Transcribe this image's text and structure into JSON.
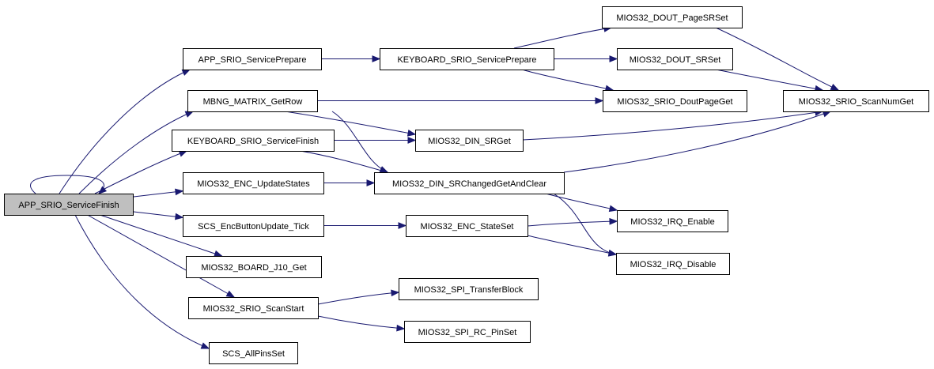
{
  "diagram": {
    "colors": {
      "edge": "#191970",
      "root_fill": "#bfbfbf",
      "node_fill": "#ffffff",
      "node_border": "#000000"
    },
    "nodes": [
      {
        "id": "root",
        "label": "APP_SRIO_ServiceFinish",
        "root": true
      },
      {
        "id": "app_prep",
        "label": "APP_SRIO_ServicePrepare"
      },
      {
        "id": "mbng",
        "label": "MBNG_MATRIX_GetRow"
      },
      {
        "id": "kb_finish",
        "label": "KEYBOARD_SRIO_ServiceFinish"
      },
      {
        "id": "enc_upd",
        "label": "MIOS32_ENC_UpdateStates"
      },
      {
        "id": "scs_enc",
        "label": "SCS_EncButtonUpdate_Tick"
      },
      {
        "id": "board_j10",
        "label": "MIOS32_BOARD_J10_Get"
      },
      {
        "id": "scan_start",
        "label": "MIOS32_SRIO_ScanStart"
      },
      {
        "id": "scs_all",
        "label": "SCS_AllPinsSet"
      },
      {
        "id": "kb_prep",
        "label": "KEYBOARD_SRIO_ServicePrepare"
      },
      {
        "id": "din_srget",
        "label": "MIOS32_DIN_SRGet"
      },
      {
        "id": "din_changed",
        "label": "MIOS32_DIN_SRChangedGetAndClear"
      },
      {
        "id": "enc_state",
        "label": "MIOS32_ENC_StateSet"
      },
      {
        "id": "spi_block",
        "label": "MIOS32_SPI_TransferBlock"
      },
      {
        "id": "spi_pin",
        "label": "MIOS32_SPI_RC_PinSet"
      },
      {
        "id": "dout_page",
        "label": "MIOS32_DOUT_PageSRSet"
      },
      {
        "id": "dout_sr",
        "label": "MIOS32_DOUT_SRSet"
      },
      {
        "id": "dout_pageget",
        "label": "MIOS32_SRIO_DoutPageGet"
      },
      {
        "id": "scan_num",
        "label": "MIOS32_SRIO_ScanNumGet"
      },
      {
        "id": "irq_en",
        "label": "MIOS32_IRQ_Enable"
      },
      {
        "id": "irq_dis",
        "label": "MIOS32_IRQ_Disable"
      }
    ],
    "edges": [
      [
        "root",
        "root"
      ],
      [
        "root",
        "app_prep"
      ],
      [
        "root",
        "mbng"
      ],
      [
        "root",
        "kb_finish"
      ],
      [
        "root",
        "enc_upd"
      ],
      [
        "root",
        "scs_enc"
      ],
      [
        "root",
        "board_j10"
      ],
      [
        "root",
        "scan_start"
      ],
      [
        "root",
        "scs_all"
      ],
      [
        "app_prep",
        "kb_prep"
      ],
      [
        "kb_prep",
        "dout_page"
      ],
      [
        "kb_prep",
        "dout_sr"
      ],
      [
        "kb_prep",
        "dout_pageget"
      ],
      [
        "dout_page",
        "scan_num"
      ],
      [
        "dout_sr",
        "scan_num"
      ],
      [
        "mbng",
        "dout_pageget"
      ],
      [
        "mbng",
        "din_srget"
      ],
      [
        "mbng",
        "din_changed"
      ],
      [
        "kb_finish",
        "din_srget"
      ],
      [
        "kb_finish",
        "din_changed"
      ],
      [
        "din_srget",
        "scan_num"
      ],
      [
        "enc_upd",
        "din_changed"
      ],
      [
        "din_changed",
        "scan_num"
      ],
      [
        "din_changed",
        "irq_en"
      ],
      [
        "din_changed",
        "irq_dis"
      ],
      [
        "scs_enc",
        "enc_state"
      ],
      [
        "enc_state",
        "irq_en"
      ],
      [
        "enc_state",
        "irq_dis"
      ],
      [
        "scan_start",
        "spi_block"
      ],
      [
        "scan_start",
        "spi_pin"
      ]
    ]
  }
}
